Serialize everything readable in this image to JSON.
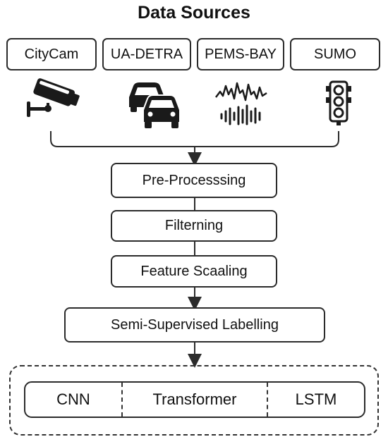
{
  "title": "Data Sources",
  "sources": [
    {
      "label": "CityCam",
      "icon": "security-camera-icon"
    },
    {
      "label": "UA-DETRA",
      "icon": "cars-icon"
    },
    {
      "label": "PEMS-BAY",
      "icon": "waveform-icon"
    },
    {
      "label": "SUMO",
      "icon": "traffic-light-icon"
    }
  ],
  "stages": {
    "preprocessing": "Pre-Processsing",
    "filtering": "Filterning",
    "feature_scaling": "Feature Scaaling",
    "labelling": "Semi-Supervised Labelling"
  },
  "models": [
    "CNN",
    "Transformer",
    "LSTM"
  ],
  "colors": {
    "stroke": "#2b2b2b",
    "text": "#111111",
    "background": "#ffffff"
  }
}
